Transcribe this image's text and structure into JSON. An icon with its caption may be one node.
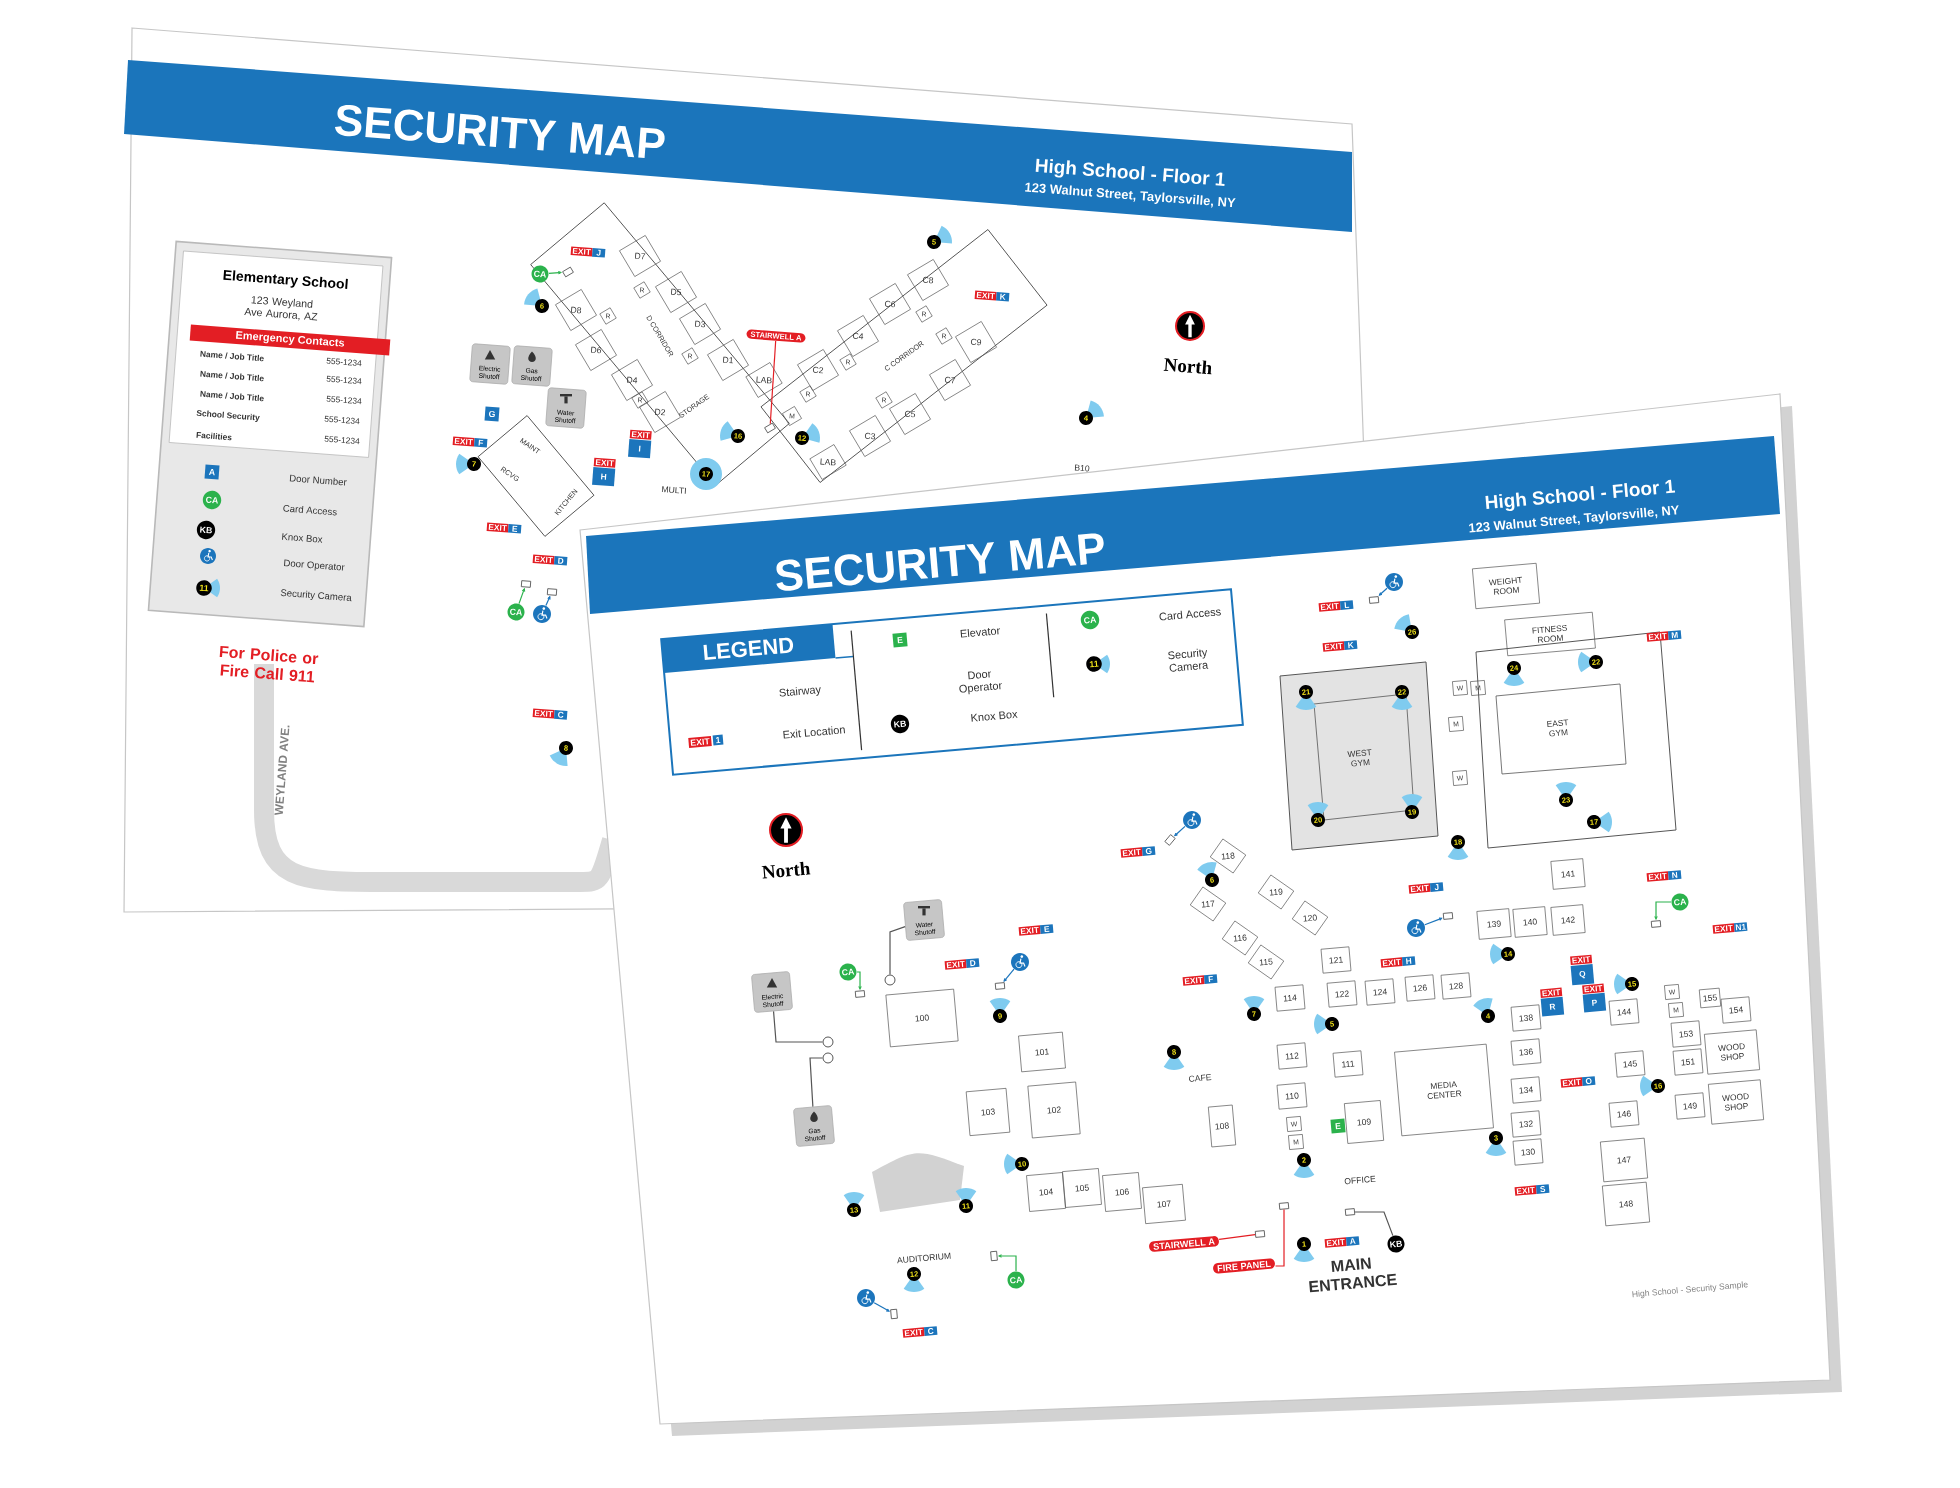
{
  "diagram": {
    "nodes": [
      {
        "text": [
          "Elementary School",
          "123 Weyland Ave Aurora, AZ"
        ]
      },
      {
        "text": [
          "Emergency Contacts"
        ],
        "in": 0
      },
      {
        "text": [
          "EXIT",
          "J"
        ]
      },
      {
        "text": [
          "EXIT",
          "K"
        ]
      },
      {
        "text": [
          "EXIT",
          "F"
        ]
      },
      {
        "text": [
          "EXIT",
          "I"
        ]
      },
      {
        "text": [
          "EXIT",
          "H"
        ]
      },
      {
        "text": [
          "EXIT",
          "E"
        ]
      },
      {
        "text": [
          "EXIT",
          "D"
        ]
      },
      {
        "text": [
          "EXIT",
          "C"
        ]
      },
      {
        "text": [
          "5"
        ]
      },
      {
        "text": [
          "6"
        ]
      },
      {
        "text": [
          "7"
        ]
      },
      {
        "text": [
          "16"
        ]
      },
      {
        "text": [
          "12"
        ]
      },
      {
        "text": [
          "4"
        ]
      },
      {
        "text": [
          "17"
        ]
      },
      {
        "text": [
          "8"
        ]
      },
      {
        "text": [
          "CA"
        ]
      },
      {
        "text": [
          "CA"
        ]
      },
      {
        "text": [],
        "shape": "picture"
      },
      {
        "text": [
          "Electric Shutoff"
        ]
      },
      {
        "text": [
          "Gas Shutoff"
        ]
      },
      {
        "text": [
          "Water Shutoff"
        ]
      },
      {
        "text": [
          "STAIRWELL A"
        ]
      },
      {
        "text": [
          "G"
        ]
      },
      {
        "text": [
          "LEGEND"
        ]
      },
      {
        "text": [
          "EXIT",
          "L"
        ]
      },
      {
        "text": [
          "EXIT",
          "K"
        ]
      },
      {
        "text": [
          "EXIT",
          "M"
        ]
      },
      {
        "text": [
          "EXIT",
          "G"
        ]
      },
      {
        "text": [
          "EXIT",
          "J"
        ]
      },
      {
        "text": [
          "EXIT",
          "E"
        ]
      },
      {
        "text": [
          "EXIT",
          "H"
        ]
      },
      {
        "text": [
          "EXIT",
          "D"
        ]
      },
      {
        "text": [
          "EXIT",
          "F"
        ]
      },
      {
        "text": [
          "EXIT",
          "N"
        ]
      },
      {
        "text": [
          "EXIT",
          "N1"
        ]
      },
      {
        "text": [
          "EXIT",
          "Q"
        ]
      },
      {
        "text": [
          "EXIT",
          "R"
        ]
      },
      {
        "text": [
          "EXIT",
          "P"
        ]
      },
      {
        "text": [
          "EXIT",
          "O"
        ]
      },
      {
        "text": [
          "EXIT",
          "S"
        ]
      },
      {
        "text": [
          "EXIT",
          "A"
        ]
      },
      {
        "text": [
          "EXIT",
          "C"
        ]
      },
      {
        "text": [
          "26"
        ]
      },
      {
        "text": [
          "21"
        ]
      },
      {
        "text": [
          "22"
        ]
      },
      {
        "text": [
          "24"
        ]
      },
      {
        "text": [
          "22"
        ]
      },
      {
        "text": [
          "23"
        ]
      },
      {
        "text": [
          "17"
        ]
      },
      {
        "text": [
          "20"
        ]
      },
      {
        "text": [
          "19"
        ]
      },
      {
        "text": [
          "18"
        ]
      },
      {
        "text": [
          "6"
        ]
      },
      {
        "text": [
          "14"
        ]
      },
      {
        "text": [
          "15"
        ]
      },
      {
        "text": [
          "9"
        ]
      },
      {
        "text": [
          "7"
        ]
      },
      {
        "text": [
          "5"
        ]
      },
      {
        "text": [
          "4"
        ]
      },
      {
        "text": [
          "8"
        ]
      },
      {
        "text": [
          "16"
        ]
      },
      {
        "text": [
          "3"
        ]
      },
      {
        "text": [
          "2"
        ]
      },
      {
        "text": [
          "10"
        ]
      },
      {
        "text": [
          "11"
        ]
      },
      {
        "text": [
          "13"
        ]
      },
      {
        "text": [
          "1"
        ]
      },
      {
        "text": [
          "12"
        ]
      },
      {
        "text": [
          "CA"
        ]
      },
      {
        "text": [
          "CA"
        ]
      },
      {
        "text": [
          "CA"
        ]
      },
      {
        "text": [],
        "shape": "picture"
      },
      {
        "text": [],
        "shape": "picture"
      },
      {
        "text": [],
        "shape": "picture"
      },
      {
        "text": [],
        "shape": "picture"
      },
      {
        "text": [],
        "shape": "picture"
      },
      {
        "text": [
          "KB"
        ]
      },
      {
        "text": [
          "Water Shutoff"
        ]
      },
      {
        "text": [
          "Electric Shutoff"
        ]
      },
      {
        "text": [
          "Gas Shutoff"
        ]
      },
      {
        "text": [],
        "shape": "circle"
      },
      {
        "text": [],
        "shape": "circle"
      },
      {
        "text": [],
        "shape": "circle"
      },
      {
        "text": [
          "STAIRWELL A"
        ]
      },
      {
        "text": [
          "FIRE PANEL"
        ]
      },
      {
        "text": [
          "E"
        ]
      },
      {
        "text": [],
        "shape": "box"
      },
      {
        "text": [],
        "shape": "box"
      },
      {
        "text": [],
        "shape": "box"
      },
      {
        "text": [],
        "shape": "box"
      },
      {
        "text": [],
        "shape": "box"
      },
      {
        "text": [],
        "shape": "box"
      },
      {
        "text": [],
        "shape": "box"
      },
      {
        "text": [],
        "shape": "box"
      },
      {
        "text": [],
        "shape": "box"
      },
      {
        "text": [],
        "shape": "box"
      },
      {
        "text": [],
        "shape": "box"
      },
      {
        "text": [],
        "shape": "box"
      },
      {
        "text": [],
        "shape": "box"
      },
      {
        "text": [],
        "shape": "box"
      },
      {
        "text": [],
        "shape": "box"
      }
    ],
    "edges": [
      {
        "from": 18,
        "to": 89,
        "arrow": "to",
        "color": "#2bb24c"
      },
      {
        "from": 19,
        "to": 90,
        "arrow": "to",
        "color": "#2bb24c"
      },
      {
        "from": 20,
        "to": 91,
        "arrow": "to",
        "color": "#1c75bc"
      },
      {
        "from": 24,
        "to": 92,
        "arrow": "none",
        "color": "#e31e24"
      },
      {
        "from": 71,
        "to": 93,
        "arrow": "to",
        "color": "#2bb24c"
      },
      {
        "from": 72,
        "to": 94,
        "arrow": "to",
        "color": "#2bb24c"
      },
      {
        "from": 73,
        "to": 95,
        "arrow": "to",
        "color": "#2bb24c"
      },
      {
        "from": 74,
        "to": 96,
        "arrow": "to",
        "color": "#1c75bc"
      },
      {
        "from": 75,
        "to": 97,
        "arrow": "to",
        "color": "#1c75bc"
      },
      {
        "from": 76,
        "to": 98,
        "arrow": "to",
        "color": "#1c75bc"
      },
      {
        "from": 77,
        "to": 99,
        "arrow": "to",
        "color": "#1c75bc"
      },
      {
        "from": 78,
        "to": 100,
        "arrow": "to",
        "color": "#1c75bc"
      },
      {
        "from": 79,
        "to": 101,
        "arrow": "none",
        "color": "#555555"
      },
      {
        "from": 80,
        "to": 83,
        "arrow": "none",
        "color": "#555555"
      },
      {
        "from": 81,
        "to": 84,
        "arrow": "none",
        "color": "#555555"
      },
      {
        "from": 82,
        "to": 85,
        "arrow": "none",
        "color": "#555555"
      },
      {
        "from": 86,
        "to": 102,
        "arrow": "none",
        "color": "#e31e24"
      },
      {
        "from": 87,
        "to": 103,
        "arrow": "none",
        "color": "#e31e24"
      }
    ],
    "labels": [
      "SECURITY MAP",
      "High School - Floor 1",
      "123 Walnut Street, Taylorsville, NY",
      "Name / Job Title",
      "555-1234",
      "Name / Job Title",
      "555-1234",
      "Name / Job Title",
      "555-1234",
      "School Security",
      "555-1234",
      "Facilities",
      "555-1234",
      "A",
      "CA",
      "KB",
      "11",
      "For Police or Fire Call 911",
      "WEYLAND AVE.",
      "North",
      "D7",
      "D5",
      "D8",
      "D3",
      "D6",
      "D1",
      "D4",
      "D2",
      "STORAGE",
      "D CORRIDOR",
      "LAB",
      "M",
      "LAB",
      "C2",
      "C4",
      "C6",
      "C8",
      "C9",
      "C7",
      "C5",
      "C3",
      "C CORRIDOR",
      "MAINT",
      "RCVG",
      "KITCHEN",
      "MULTI",
      "B10",
      "R",
      "R",
      "R",
      "R",
      "R",
      "R",
      "R",
      "R",
      "R",
      "SECURITY MAP",
      "High School - Floor 1",
      "123 Walnut Street, Taylorsville, NY",
      "EXIT",
      "1",
      "E",
      "KB",
      "CA",
      "11",
      "North",
      "100",
      "101",
      "103",
      "102",
      "104",
      "105",
      "106",
      "107",
      "108",
      "109",
      "110",
      "111",
      "112",
      "114",
      "115",
      "116",
      "117",
      "118",
      "119",
      "120",
      "121",
      "122",
      "124",
      "126",
      "128",
      "130",
      "132",
      "134",
      "136",
      "138",
      "139",
      "140",
      "141",
      "142",
      "144",
      "145",
      "146",
      "147",
      "148",
      "149",
      "151",
      "153",
      "154",
      "155",
      "WOOD SHOP",
      "WOOD SHOP",
      "MEDIA CENTER",
      "OFFICE",
      "CAFE",
      "AUDITORIUM",
      "WEIGHT ROOM",
      "FITNESS ROOM",
      "WEST GYM",
      "EAST GYM",
      "W",
      "M",
      "W",
      "M",
      "W",
      "M",
      "M",
      "W",
      "MAIN ENTRANCE",
      "High School - Security Sample"
    ],
    "legend": [
      {
        "text": "Door Number"
      },
      {
        "text": "Card Access"
      },
      {
        "text": "Knox Box"
      },
      {
        "text": "Door Operator"
      },
      {
        "text": "Security Camera"
      },
      {
        "text": "Stairway"
      },
      {
        "text": "Exit Location"
      },
      {
        "text": "Elevator"
      },
      {
        "text": "Door Operator"
      },
      {
        "text": "Knox Box"
      },
      {
        "text": "Card Access"
      },
      {
        "text": "Security Camera"
      }
    ]
  }
}
